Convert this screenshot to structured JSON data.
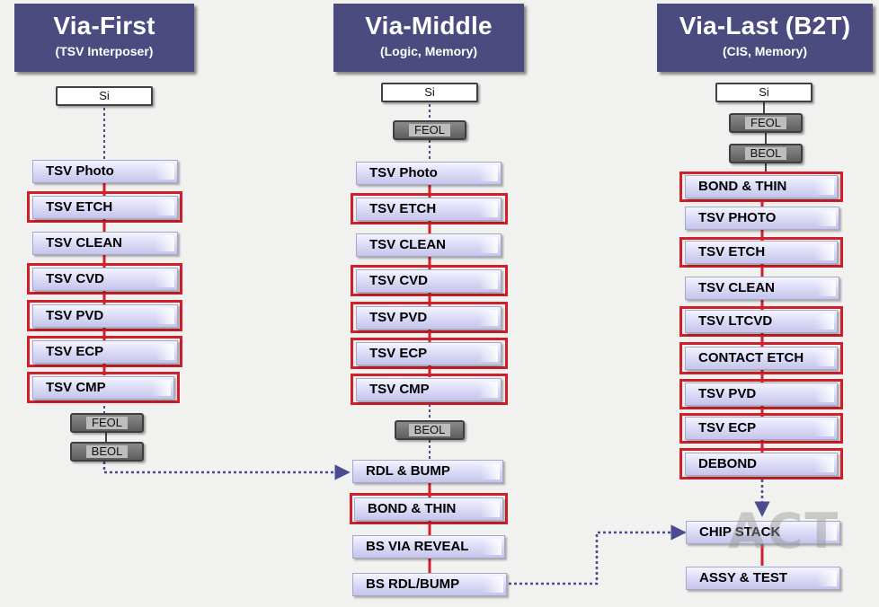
{
  "columns": [
    {
      "title": "Via-First",
      "subtitle": "(TSV Interposer)",
      "si": "Si",
      "steps": [
        "TSV Photo",
        "TSV ETCH",
        "TSV CLEAN",
        "TSV CVD",
        "TSV PVD",
        "TSV ECP",
        "TSV CMP"
      ],
      "tags_after": [
        "FEOL",
        "BEOL"
      ]
    },
    {
      "title": "Via-Middle",
      "subtitle": "(Logic, Memory)",
      "si": "Si",
      "tag_before": "FEOL",
      "steps": [
        "TSV Photo",
        "TSV ETCH",
        "TSV CLEAN",
        "TSV CVD",
        "TSV PVD",
        "TSV ECP",
        "TSV CMP"
      ],
      "tag_after": "BEOL",
      "post_steps": [
        "RDL & BUMP",
        "BOND & THIN",
        "BS VIA REVEAL",
        "BS RDL/BUMP"
      ]
    },
    {
      "title": "Via-Last (B2T)",
      "subtitle": "(CIS, Memory)",
      "si": "Si",
      "tags_before": [
        "FEOL",
        "BEOL"
      ],
      "steps": [
        "BOND & THIN",
        "TSV PHOTO",
        "TSV ETCH",
        "TSV CLEAN",
        "TSV LTCVD",
        "CONTACT ETCH",
        "TSV PVD",
        "TSV ECP",
        "DEBOND"
      ],
      "final_steps": [
        "CHIP STACK",
        "ASSY & TEST"
      ]
    }
  ],
  "logo_text": "ACT",
  "colors": {
    "header_bg": "#4b4b7f",
    "highlight": "#d0202c",
    "connector": "#d0202c",
    "dotted": "#4b4b8f"
  }
}
